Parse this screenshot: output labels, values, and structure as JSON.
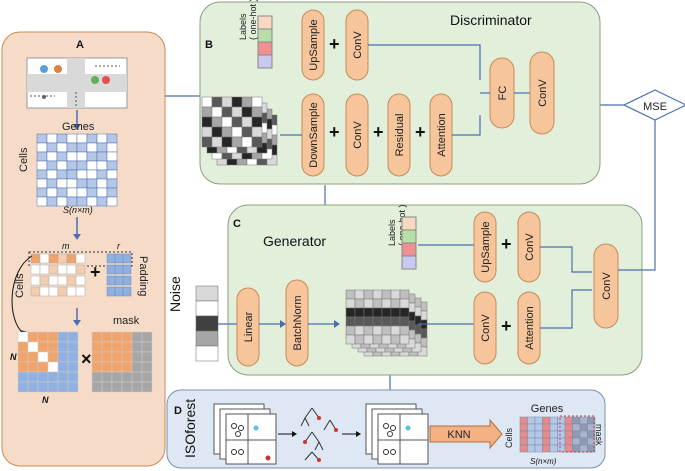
{
  "panel_a": {
    "letter": "A",
    "genes_label": "Genes",
    "cells_label": "Cells",
    "s_matrix_label": "S(n×m)",
    "m_label": "m",
    "r_label": "r",
    "padding_label": "Padding",
    "cells_label2": "Cells",
    "mask_label": "mask",
    "n_left_label": "N",
    "n_bottom_label": "N",
    "times_symbol": "×",
    "plus_symbol": "+"
  },
  "panel_b": {
    "letter": "B",
    "title": "Discriminator",
    "labels_onehot": "Labels\n( one-hot )",
    "upsample": "UpSample",
    "conv1": "ConV",
    "downsample": "DownSample",
    "conv2": "ConV",
    "residual": "Residual",
    "attention": "Attention",
    "fc": "FC",
    "conv3": "ConV"
  },
  "mse_label": "MSE",
  "panel_c": {
    "letter": "C",
    "title": "Generator",
    "labels_onehot": "Labels\n( one-hot )",
    "upsample": "UpSample",
    "conv1": "ConV",
    "noise": "Noise",
    "linear": "Linear",
    "batchnorm": "BatchNorm",
    "conv2": "ConV",
    "attention": "Attention",
    "conv_out": "ConV"
  },
  "panel_d": {
    "letter": "D",
    "title": "ISOforest",
    "knn": "KNN",
    "genes_label": "Genes",
    "cells_label": "Cells",
    "mask_label": "mask",
    "s_matrix_label": "S(n×m)"
  },
  "colors": {
    "panel_a_bg": "#f6dcc8",
    "panel_bc_bg": "#e2efda",
    "panel_d_bg": "#dde8f4",
    "pill": "#f6c59c",
    "wire": "#4a6fb0",
    "orange_cell": "#f0a46c",
    "blue_cell": "#8fb0e0",
    "grey_cell": "#a6a6a6"
  }
}
